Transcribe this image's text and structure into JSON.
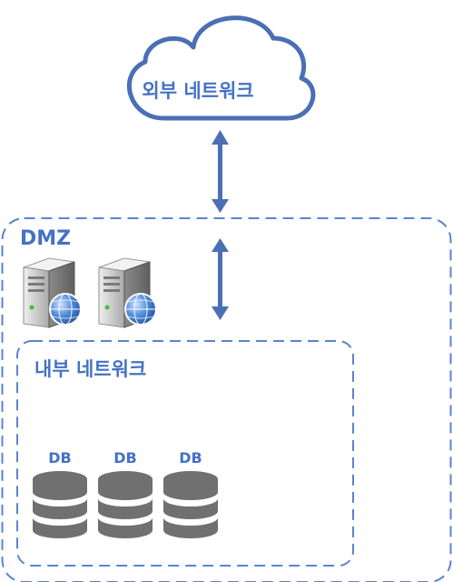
{
  "cloud": {
    "label": "외부 네트워크"
  },
  "dmz": {
    "label": "DMZ"
  },
  "internal": {
    "label": "내부 네트워크"
  },
  "databases": [
    {
      "label": "DB"
    },
    {
      "label": "DB"
    },
    {
      "label": "DB"
    }
  ],
  "colors": {
    "accent": "#4472c4",
    "zone_border": "#5b84cc",
    "database_fill": "#707070",
    "server_body": "#c9c9c9",
    "globe": "#3b77c9"
  }
}
